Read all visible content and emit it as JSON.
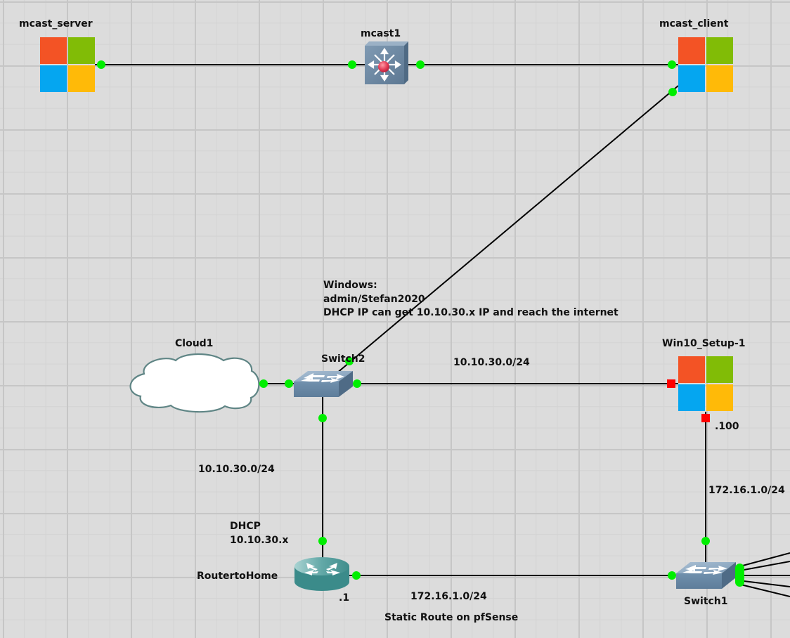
{
  "topology": {
    "nodes": [
      {
        "id": "mcast_server",
        "label": "mcast_server",
        "type": "windows-host",
        "icon": "windows-logo-icon"
      },
      {
        "id": "mcast1",
        "label": "mcast1",
        "type": "multilayer-switch",
        "icon": "multilayer-switch-icon"
      },
      {
        "id": "mcast_client",
        "label": "mcast_client",
        "type": "windows-host",
        "icon": "windows-logo-icon"
      },
      {
        "id": "Cloud1",
        "label": "Cloud1",
        "type": "cloud",
        "icon": "cloud-icon"
      },
      {
        "id": "Switch2",
        "label": "Switch2",
        "type": "ethernet-switch",
        "icon": "switch-icon"
      },
      {
        "id": "Win10_Setup-1",
        "label": "Win10_Setup-1",
        "type": "windows-host",
        "icon": "windows-logo-icon"
      },
      {
        "id": "RoutertoHome",
        "label": "RoutertoHome",
        "type": "router",
        "icon": "router-icon"
      },
      {
        "id": "Switch1",
        "label": "Switch1",
        "type": "ethernet-switch",
        "icon": "switch-icon"
      }
    ],
    "links": [
      {
        "from": "mcast_server",
        "to": "mcast1",
        "status": "up"
      },
      {
        "from": "mcast1",
        "to": "mcast_client",
        "status": "up"
      },
      {
        "from": "Switch2",
        "to": "mcast_client",
        "status": "up"
      },
      {
        "from": "Cloud1",
        "to": "Switch2",
        "status": "up"
      },
      {
        "from": "Switch2",
        "to": "Win10_Setup-1",
        "status": "down"
      },
      {
        "from": "Switch2",
        "to": "RoutertoHome",
        "status": "up"
      },
      {
        "from": "RoutertoHome",
        "to": "Switch1",
        "status": "up"
      },
      {
        "from": "Win10_Setup-1",
        "to": "Switch1",
        "status": "down-up"
      },
      {
        "from": "Switch1",
        "to": "offscreen-1",
        "status": "up"
      },
      {
        "from": "Switch1",
        "to": "offscreen-2",
        "status": "up"
      },
      {
        "from": "Switch1",
        "to": "offscreen-3",
        "status": "up"
      },
      {
        "from": "Switch1",
        "to": "offscreen-4",
        "status": "up"
      },
      {
        "from": "Switch1",
        "to": "offscreen-5",
        "status": "up"
      }
    ],
    "status_colors": {
      "up": "#00ee00",
      "down": "#ff0000",
      "link": "#000000"
    }
  },
  "annotations": {
    "windows_note": [
      "Windows:",
      "admin/Stefan2020",
      "DHCP IP can get 10.10.30.x IP and reach the internet"
    ],
    "subnet_switch2_win10": "10.10.30.0/24",
    "subnet_switch2_router": "10.10.30.0/24",
    "dhcp_note": [
      "DHCP",
      "10.10.30.x"
    ],
    "router_ip": ".1",
    "win10_ip": ".100",
    "subnet_win10_switch1": "172.16.1.0/24",
    "subnet_router_switch1": "172.16.1.0/24",
    "static_route_note": "Static Route on pfSense"
  },
  "colors": {
    "win_red": "#f35325",
    "win_green": "#81bc06",
    "win_blue": "#05a6f0",
    "win_yellow": "#ffba08",
    "switch_body": "#6d8aa6",
    "router_body": "#3b8b8a",
    "cloud_stroke": "#5f8585"
  }
}
